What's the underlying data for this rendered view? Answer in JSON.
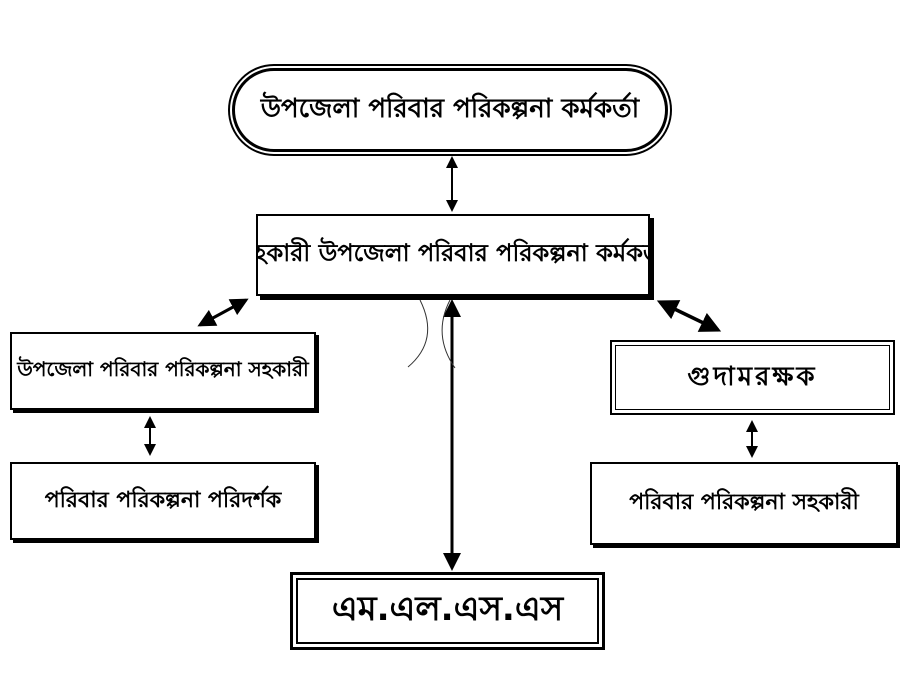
{
  "nodes": {
    "upazila_officer": "উপজেলা পরিবার পরিকল্পনা কর্মকর্তা",
    "assistant_officer": "সহকারী উপজেলা পরিবার পরিকল্পনা কর্মকর্তা",
    "upazila_assistant": "উপজেলা পরিবার পরিকল্পনা সহকারী",
    "inspector": "পরিবার পরিকল্পনা পরিদর্শক",
    "storekeeper": "গুদামরক্ষক",
    "fp_assistant": "পরিবার পরিকল্পনা সহকারী",
    "mlss": "এম.এল.এস.এস"
  }
}
